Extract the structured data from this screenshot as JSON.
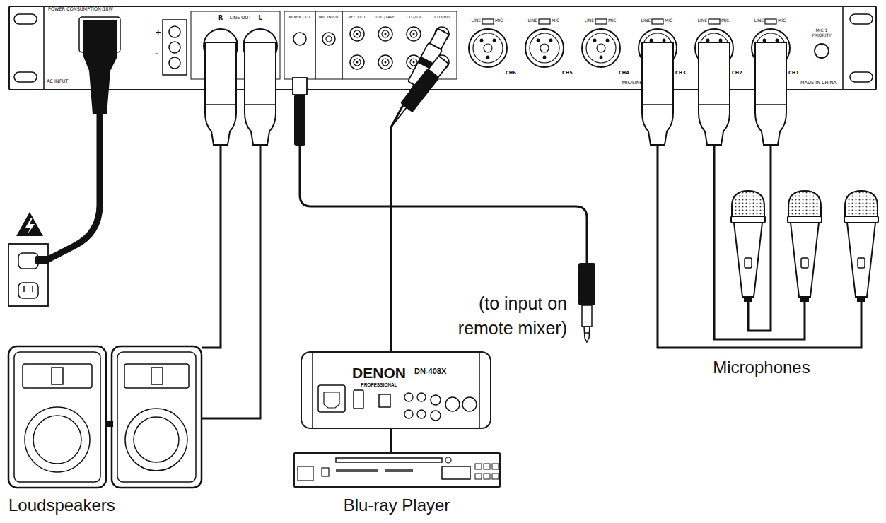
{
  "diagram": {
    "nodes": [
      {
        "text": [
          "POWER CONSUMPTION:18W",
          "AC INPUT",
          "+",
          "-",
          "LINE OUT",
          "R",
          "L",
          "MIXER OUT",
          "MIC INPUT",
          "REC OUT",
          "CD1/TAPE",
          "CD2/TV",
          "CD3/BD",
          "LINE",
          "MIC",
          "LINE",
          "MIC",
          "LINE",
          "MIC",
          "LINE",
          "MIC",
          "LINE",
          "MIC",
          "LINE",
          "MIC",
          "CH6",
          "CH5",
          "CH4",
          "CH3",
          "CH2",
          "CH1",
          "MIC 1 PRIORITY",
          "MIC/LINE INPUT",
          "MADE IN CHINA"
        ]
      },
      {
        "text": [
          "Loudspeakers"
        ]
      },
      {
        "text": [
          "DENON",
          "PROFESSIONAL",
          "DN-408X"
        ]
      },
      {
        "text": [
          "Blu-ray Player"
        ]
      },
      {
        "text": [
          "Microphones"
        ]
      }
    ],
    "edges": [
      {
        "from": 0,
        "to": 1,
        "arrow": "none"
      },
      {
        "from": 3,
        "to": 0,
        "arrow": "none"
      },
      {
        "from": 4,
        "to": 0,
        "arrow": "none"
      }
    ],
    "labels": [
      "(to input on remote mixer)"
    ]
  }
}
